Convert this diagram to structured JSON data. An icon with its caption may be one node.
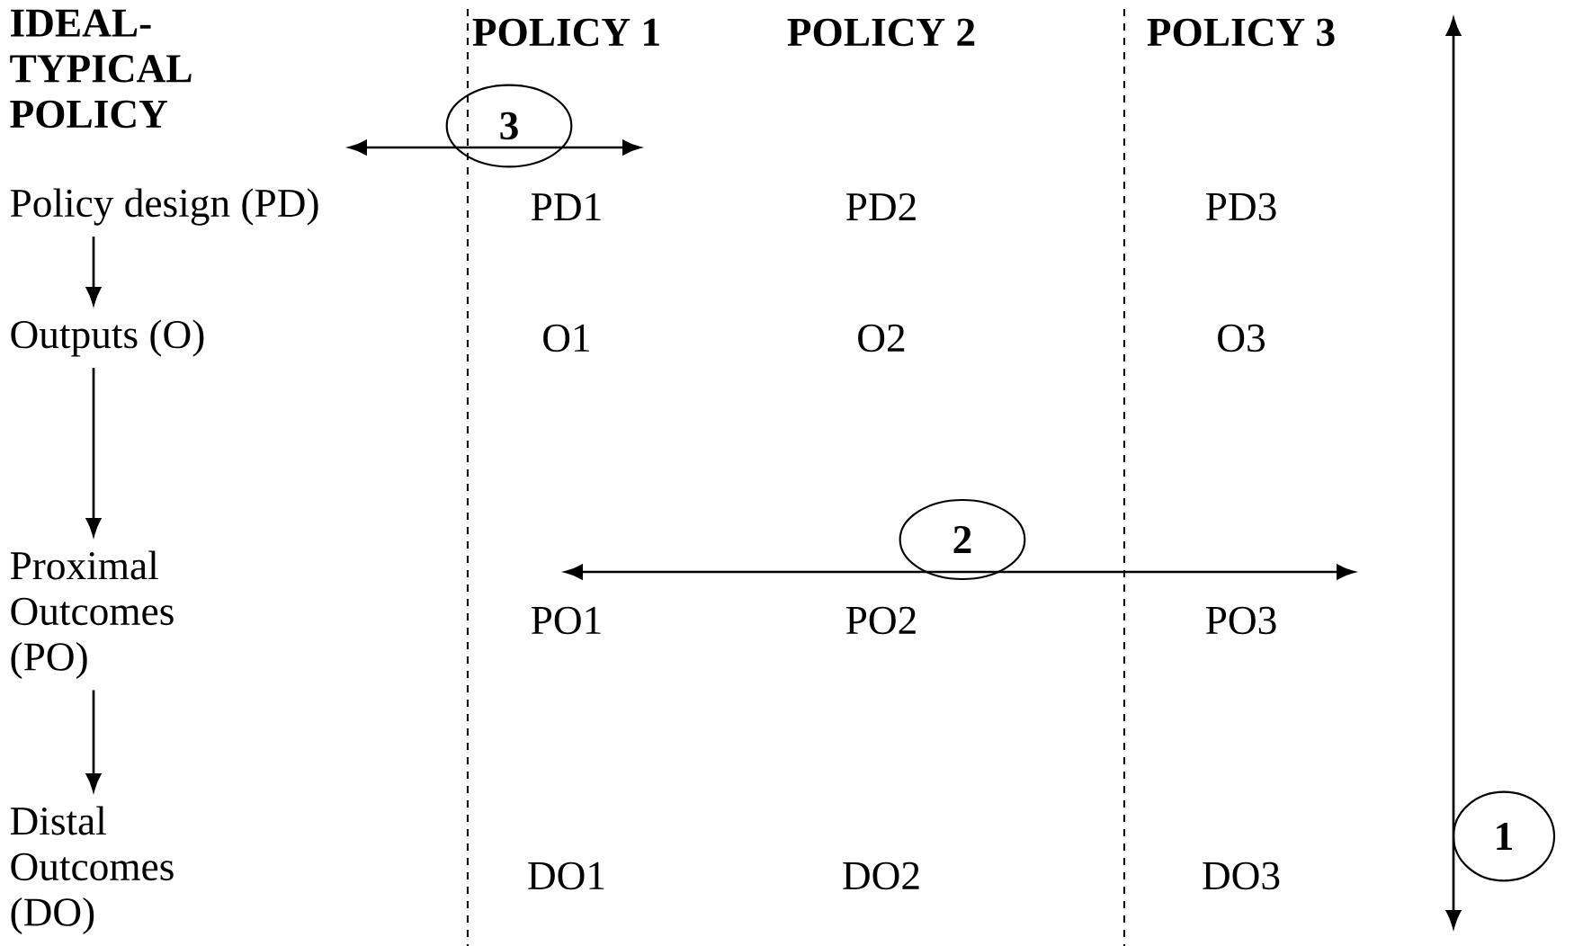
{
  "diagram": {
    "nodes": [
      {
        "text": [
          "Policy design (PD)"
        ]
      },
      {
        "text": [
          "Outputs (O)"
        ]
      },
      {
        "text": [
          "Proximal Outcomes (PO)"
        ]
      },
      {
        "text": [
          "Distal Outcomes (DO)"
        ]
      },
      {
        "text": [
          "3"
        ]
      },
      {
        "text": [
          "2"
        ]
      },
      {
        "text": [
          "1"
        ]
      }
    ],
    "edges": [
      {
        "from": 0,
        "to": 1,
        "arrow": "to"
      },
      {
        "from": 1,
        "to": 2,
        "arrow": "to"
      },
      {
        "from": 2,
        "to": 3,
        "arrow": "to"
      }
    ],
    "labels": [
      "IDEAL-TYPICAL POLICY",
      "POLICY 1",
      "POLICY 2",
      "POLICY 3",
      "PD1",
      "PD2",
      "PD3",
      "O1",
      "O2",
      "O3",
      "PO1",
      "PO2",
      "PO3",
      "DO1",
      "DO2",
      "DO3"
    ]
  }
}
